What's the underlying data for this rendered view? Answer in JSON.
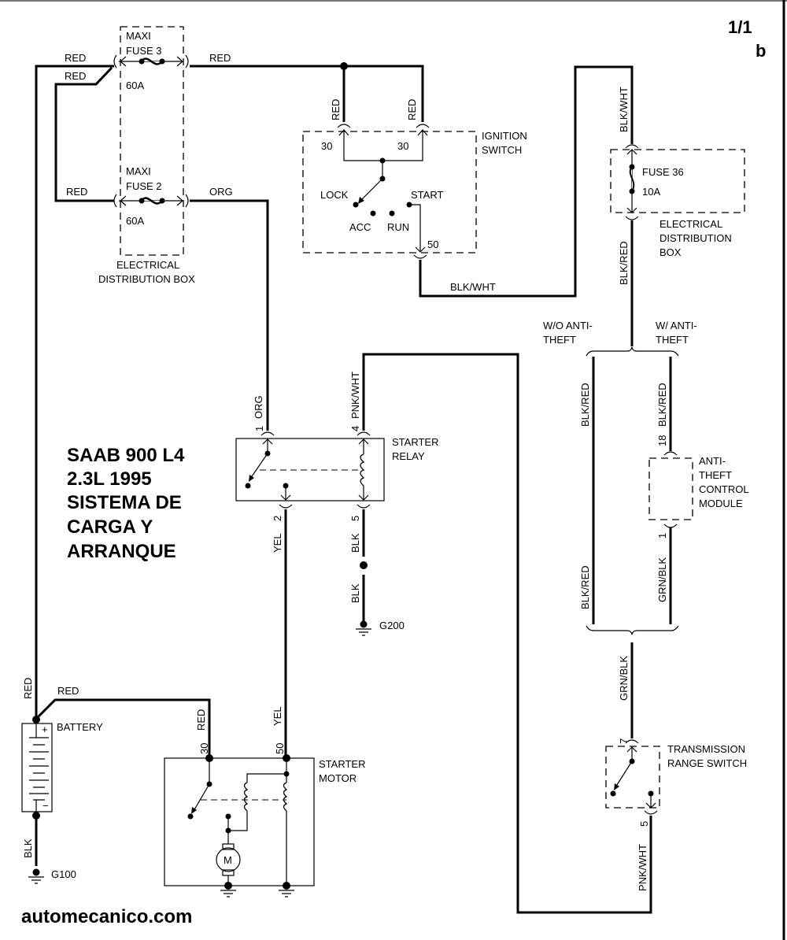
{
  "header": {
    "page_number": "1/1",
    "page_sub": "b"
  },
  "title": {
    "line1": "SAAB 900 L4",
    "line2": "2.3L 1995",
    "line3": "SISTEMA DE",
    "line4": "CARGA Y",
    "line5": "ARRANQUE"
  },
  "footer": {
    "site": "automecanico.com"
  },
  "fuse_box_main": {
    "fuse3": {
      "name_l1": "MAXI",
      "name_l2": "FUSE 3",
      "rating": "60A"
    },
    "fuse2": {
      "name_l1": "MAXI",
      "name_l2": "FUSE 2",
      "rating": "60A"
    },
    "label_l1": "ELECTRICAL",
    "label_l2": "DISTRIBUTION BOX"
  },
  "ignition_switch": {
    "label_l1": "IGNITION",
    "label_l2": "SWITCH",
    "pin_a": "30",
    "pin_b": "30",
    "pin_out": "50",
    "positions": [
      "LOCK",
      "ACC",
      "RUN",
      "START"
    ]
  },
  "fuse_box_right": {
    "fuse": "FUSE 36",
    "rating": "10A",
    "label_l1": "ELECTRICAL",
    "label_l2": "DISTRIBUTION",
    "label_l3": "BOX"
  },
  "options": {
    "without_l1": "W/O ANTI-",
    "without_l2": "THEFT",
    "with_l1": "W/ ANTI-",
    "with_l2": "THEFT"
  },
  "anti_theft_module": {
    "label_l1": "ANTI-",
    "label_l2": "THEFT",
    "label_l3": "CONTROL",
    "label_l4": "MODULE",
    "pin_in": "18",
    "pin_out": "1"
  },
  "starter_relay": {
    "label_l1": "STARTER",
    "label_l2": "RELAY",
    "pin1": "1",
    "pin2": "2",
    "pin4": "4",
    "pin5": "5"
  },
  "ground_g200": "G200",
  "ground_g100": "G100",
  "battery": {
    "label": "BATTERY",
    "plus": "+",
    "minus": "−"
  },
  "starter_motor": {
    "label_l1": "STARTER",
    "label_l2": "MOTOR",
    "pin30": "30",
    "pin50": "50",
    "motor_symbol": "M"
  },
  "transmission_switch": {
    "label_l1": "TRANSMISSION",
    "label_l2": "RANGE SWITCH",
    "pin_in": "7",
    "pin_out": "5"
  },
  "wires": {
    "red": "RED",
    "org": "ORG",
    "blk_wht": "BLK/WHT",
    "blk_red": "BLK/RED",
    "pnk_wht": "PNK/WHT",
    "yel": "YEL",
    "blk": "BLK",
    "grn_blk": "GRN/BLK"
  }
}
